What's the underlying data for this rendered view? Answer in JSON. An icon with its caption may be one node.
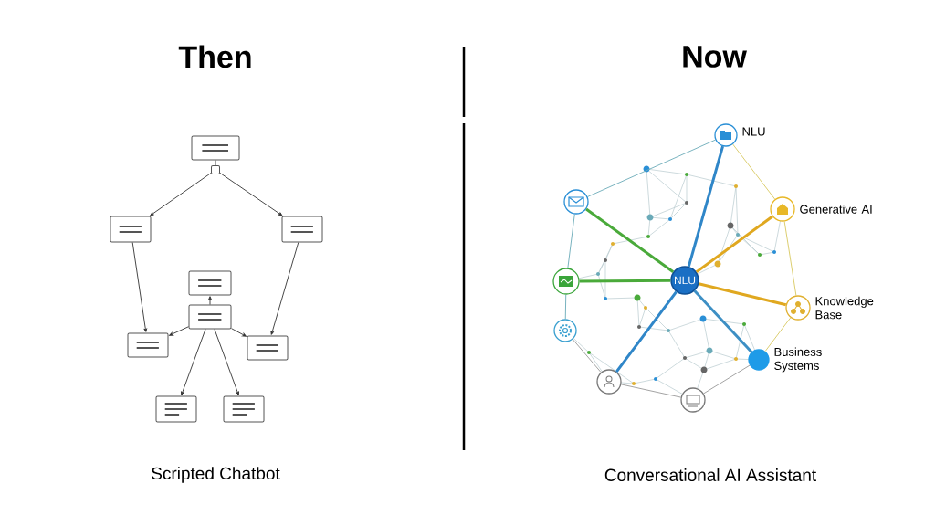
{
  "diagram": {
    "nodes": [
      {
        "text": [],
        "shape": "box"
      },
      {
        "text": [],
        "shape": "box"
      },
      {
        "text": [],
        "shape": "box"
      },
      {
        "text": [],
        "shape": "box"
      },
      {
        "text": [],
        "shape": "box"
      },
      {
        "text": [],
        "shape": "box"
      },
      {
        "text": [],
        "shape": "box"
      },
      {
        "text": [],
        "shape": "box"
      },
      {
        "text": [],
        "shape": "box"
      },
      {
        "text": [],
        "shape": "box"
      },
      {
        "text": [
          "NLU"
        ]
      },
      {
        "text": [
          "NLU"
        ]
      },
      {
        "text": [
          "Generative AI"
        ]
      },
      {
        "text": [
          "Knowledge Base"
        ]
      },
      {
        "text": [
          "Business Systems"
        ]
      },
      {
        "text": [],
        "shape": "circle"
      },
      {
        "text": [],
        "shape": "circle"
      },
      {
        "text": [],
        "shape": "circle"
      },
      {
        "text": [],
        "shape": "circle"
      },
      {
        "text": [],
        "shape": "circle"
      }
    ],
    "edges": [
      {
        "from": 0,
        "to": 1,
        "arrow": "none"
      },
      {
        "from": 1,
        "to": 2,
        "arrow": "to"
      },
      {
        "from": 1,
        "to": 3,
        "arrow": "to"
      },
      {
        "from": 2,
        "to": 6,
        "arrow": "to"
      },
      {
        "from": 3,
        "to": 7,
        "arrow": "to"
      },
      {
        "from": 5,
        "to": 4,
        "arrow": "to"
      },
      {
        "from": 5,
        "to": 6,
        "arrow": "to"
      },
      {
        "from": 5,
        "to": 7,
        "arrow": "to"
      },
      {
        "from": 5,
        "to": 8,
        "arrow": "to"
      },
      {
        "from": 5,
        "to": 9,
        "arrow": "to"
      },
      {
        "from": 10,
        "to": 11,
        "arrow": "none",
        "style": "thick",
        "color": "#2f86c8"
      },
      {
        "from": 10,
        "to": 12,
        "arrow": "none",
        "style": "thick",
        "color": "#e0a820"
      },
      {
        "from": 10,
        "to": 13,
        "arrow": "none",
        "style": "thick",
        "color": "#e0a820"
      },
      {
        "from": 10,
        "to": 14,
        "arrow": "none",
        "style": "thick",
        "color": "#3d8fc4"
      },
      {
        "from": 10,
        "to": 15,
        "arrow": "none",
        "style": "thick",
        "color": "#4aaa3a"
      },
      {
        "from": 10,
        "to": 16,
        "arrow": "none",
        "style": "thick",
        "color": "#4aaa3a"
      },
      {
        "from": 10,
        "to": 18,
        "arrow": "none",
        "style": "thick",
        "color": "#2f86c8"
      },
      {
        "from": 15,
        "to": 11,
        "arrow": "none",
        "color": "#6aaab8"
      },
      {
        "from": 11,
        "to": 12,
        "arrow": "none",
        "color": "#d8c860"
      },
      {
        "from": 12,
        "to": 13,
        "arrow": "none",
        "color": "#d8c860"
      },
      {
        "from": 13,
        "to": 14,
        "arrow": "none",
        "color": "#d8c860"
      },
      {
        "from": 14,
        "to": 19,
        "arrow": "none",
        "color": "#999999"
      },
      {
        "from": 19,
        "to": 18,
        "arrow": "none",
        "color": "#999999"
      },
      {
        "from": 18,
        "to": 17,
        "arrow": "none",
        "color": "#999999"
      },
      {
        "from": 17,
        "to": 16,
        "arrow": "none",
        "color": "#6aaab8"
      },
      {
        "from": 16,
        "to": 15,
        "arrow": "none",
        "color": "#6aaab8"
      }
    ],
    "labels": [
      "Then",
      "Now",
      "Scripted Chatbot",
      "Conversational AI Assistant"
    ]
  }
}
